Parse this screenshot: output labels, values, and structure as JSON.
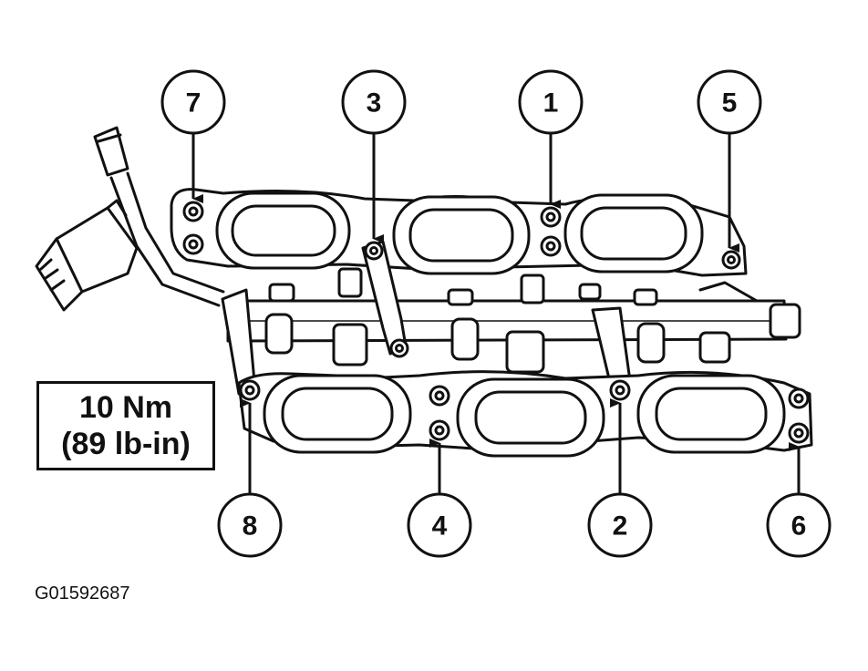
{
  "torque_spec": {
    "metric": "10 Nm",
    "imperial": "(89 lb-in)"
  },
  "callouts": {
    "c1": "1",
    "c2": "2",
    "c3": "3",
    "c4": "4",
    "c5": "5",
    "c6": "6",
    "c7": "7",
    "c8": "8"
  },
  "figure_id": "G01592687"
}
